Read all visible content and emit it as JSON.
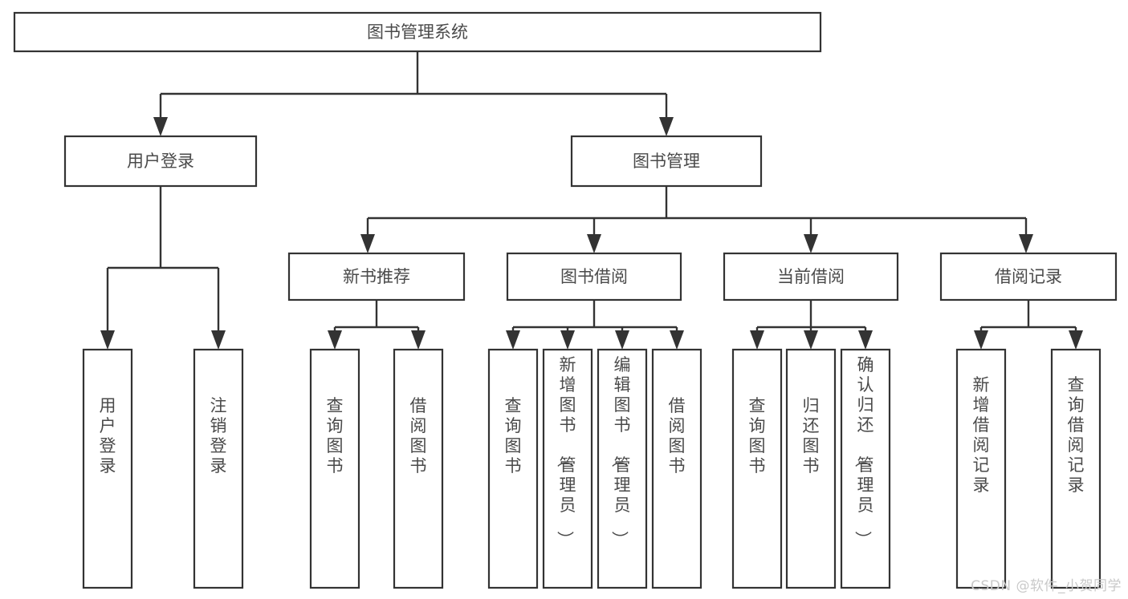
{
  "diagram": {
    "title": "图书管理系统",
    "type": "hierarchy-tree",
    "watermark": "CSDN @软件_小贺同学",
    "colors": {
      "box_stroke": "#333333",
      "box_fill": "#ffffff",
      "text": "#4a4a4a",
      "connector": "#333333",
      "background": "#ffffff",
      "watermark": "#c9c9c9"
    },
    "nodes": {
      "root": {
        "label": "图书管理系统",
        "level": 1
      },
      "l2": [
        {
          "id": "user-login",
          "label": "用户登录",
          "level": 2
        },
        {
          "id": "book-manage",
          "label": "图书管理",
          "level": 2
        }
      ],
      "l3": [
        {
          "id": "new-book-rec",
          "label": "新书推荐",
          "level": 3,
          "parent": "book-manage"
        },
        {
          "id": "book-borrow",
          "label": "图书借阅",
          "level": 3,
          "parent": "book-manage"
        },
        {
          "id": "current-borrow",
          "label": "当前借阅",
          "level": 3,
          "parent": "book-manage"
        },
        {
          "id": "borrow-record",
          "label": "借阅记录",
          "level": 3,
          "parent": "book-manage"
        }
      ],
      "leaves": [
        {
          "id": "leaf-user-login",
          "label": "用户登录",
          "parent": "user-login"
        },
        {
          "id": "leaf-logout-login",
          "label": "注销登录",
          "parent": "user-login"
        },
        {
          "id": "leaf-query-book-1",
          "label": "查询图书",
          "parent": "new-book-rec"
        },
        {
          "id": "leaf-borrow-book-1",
          "label": "借阅图书",
          "parent": "new-book-rec"
        },
        {
          "id": "leaf-query-book-2",
          "label": "查询图书",
          "parent": "book-borrow"
        },
        {
          "id": "leaf-add-book",
          "label": "新增图书（管理员）",
          "parent": "book-borrow"
        },
        {
          "id": "leaf-edit-book",
          "label": "编辑图书（管理员）",
          "parent": "book-borrow"
        },
        {
          "id": "leaf-borrow-book-2",
          "label": "借阅图书",
          "parent": "book-borrow"
        },
        {
          "id": "leaf-query-book-3",
          "label": "查询图书",
          "parent": "current-borrow"
        },
        {
          "id": "leaf-return-book",
          "label": "归还图书",
          "parent": "current-borrow"
        },
        {
          "id": "leaf-confirm-return",
          "label": "确认归还（管理员）",
          "parent": "current-borrow"
        },
        {
          "id": "leaf-add-record",
          "label": "新增借阅记录",
          "parent": "borrow-record"
        },
        {
          "id": "leaf-query-record",
          "label": "查询借阅记录",
          "parent": "borrow-record"
        }
      ]
    }
  }
}
